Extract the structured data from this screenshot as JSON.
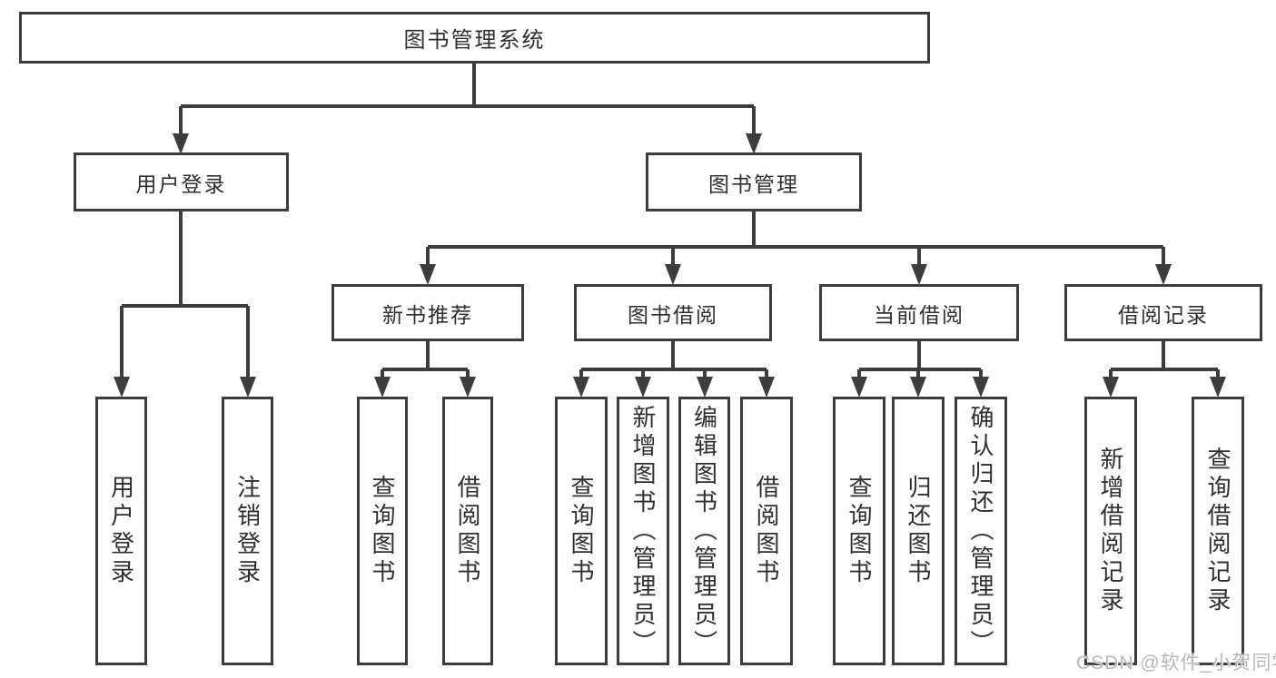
{
  "title": "图书管理系统",
  "level2": {
    "user_login": "用户登录",
    "book_mgmt": "图书管理"
  },
  "level3": {
    "new_books": "新书推荐",
    "borrow": "图书借阅",
    "current": "当前借阅",
    "records": "借阅记录"
  },
  "leaves": {
    "user": [
      "用户登录",
      "注销登录"
    ],
    "new_books": [
      "查询图书",
      "借阅图书"
    ],
    "borrow": [
      "查询图书",
      "新增图书（管理员）",
      "编辑图书（管理员）",
      "借阅图书"
    ],
    "current": [
      "查询图书",
      "归还图书",
      "确认归还（管理员）"
    ],
    "records": [
      "新增借阅记录",
      "查询借阅记录"
    ]
  },
  "watermark": "CSDN @软件_小贺同学",
  "colors": {
    "line": "#3d3d3d",
    "text": "#2f2f2f",
    "watermark": "#b8b8b8",
    "background": "#ffffff"
  }
}
